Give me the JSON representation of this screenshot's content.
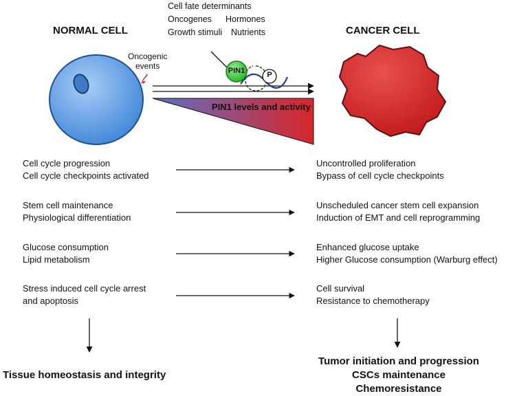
{
  "headers": {
    "normal": "NORMAL CELL",
    "cancer": "CANCER CELL"
  },
  "stimuli": {
    "line1": "Cell fate determinants",
    "line2a": "Oncogenes",
    "line2b": "Hormones",
    "line3a": "Growth stimuli",
    "line3b": "Nutrients"
  },
  "oncogenic": [
    "Oncogenic",
    "events"
  ],
  "pin1_label": "PIN1",
  "phospho_label": "P",
  "gradient_label": "PIN1 levels and activity",
  "colors": {
    "normal_cell": "#5b9be0",
    "cancer_cell": "#d42a2a",
    "pin1": "#3fcf3f",
    "gradient_start": "#5d6fc6",
    "gradient_end": "#d8262a",
    "lightning": "#e03a3a",
    "dna": "#1f3b8c"
  },
  "rows": [
    {
      "left": [
        "Cell cycle progression",
        "Cell cycle checkpoints activated"
      ],
      "right": [
        "Uncontrolled proliferation",
        "Bypass of cell cycle checkpoints"
      ]
    },
    {
      "left": [
        "Stem cell maintenance",
        "Physiological differentiation"
      ],
      "right": [
        "Unscheduled cancer stem cell expansion",
        "Induction of EMT and cell reprogramming"
      ]
    },
    {
      "left": [
        "Glucose consumption",
        "Lipid metabolism"
      ],
      "right": [
        "Enhanced glucose uptake",
        "Higher Glucose consumption (Warburg effect)"
      ]
    },
    {
      "left": [
        "Stress induced cell cycle arrest",
        "and apoptosis"
      ],
      "right": [
        "Cell survival",
        "Resistance to chemotherapy"
      ]
    }
  ],
  "outcomes": {
    "normal": "Tissue homeostasis and integrity",
    "cancer": [
      "Tumor initiation and progression",
      "CSCs maintenance",
      "Chemoresistance"
    ]
  }
}
